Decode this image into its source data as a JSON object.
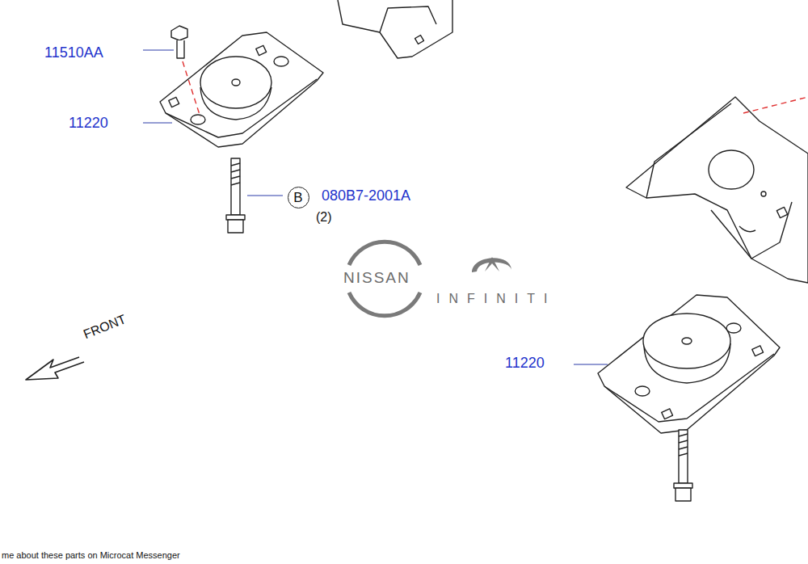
{
  "diagram": {
    "nodes": [
      {
        "text": [
          "B"
        ]
      }
    ],
    "labels": [
      "11510AA",
      "11220",
      "080B7-2001A",
      "(2)",
      "NISSAN",
      "INFINITI",
      "FRONT",
      "11220",
      "me about these parts on Microcat Messenger"
    ]
  }
}
